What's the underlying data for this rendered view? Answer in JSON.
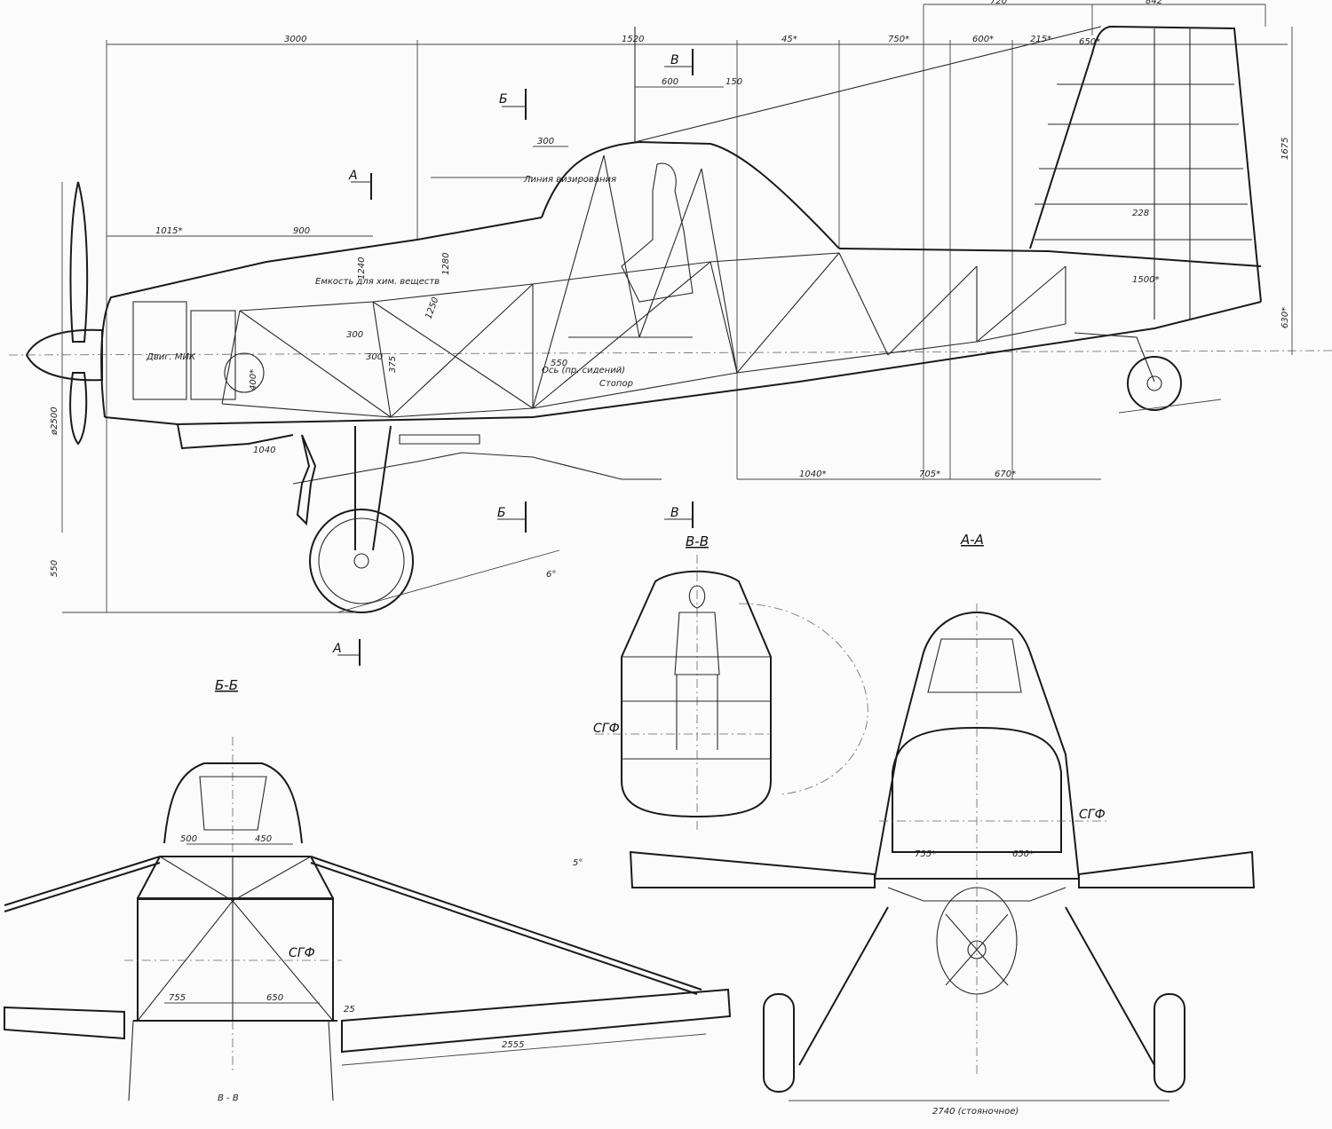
{
  "title_sections": {
    "bb": "Б-Б",
    "vv": "В-В",
    "aa": "А-А"
  },
  "section_marks": {
    "a": "А",
    "b": "Б",
    "v": "В"
  },
  "side_view": {
    "dims_top": [
      "3000",
      "1520",
      "45*",
      "750*",
      "600*",
      "215*",
      "650*",
      "720",
      "842"
    ],
    "dims_misc": [
      "600",
      "150",
      "300",
      "1015*",
      "900",
      "1675",
      "630*",
      "228",
      "1500*",
      "1240",
      "1280",
      "1250",
      "300",
      "1040",
      "550",
      "375",
      "400*",
      "300",
      "ø2500",
      "550",
      "6°"
    ],
    "dims_bottom": [
      "1040*",
      "705*",
      "670*"
    ],
    "labels": {
      "sight_line": "Линия визирования",
      "tank": "Емкость для хим. веществ",
      "engine": "Двиг. МИК",
      "seat": "Ось (пр. сидений)",
      "stopper": "Стопор"
    }
  },
  "section_bb": {
    "dims": [
      "500",
      "450",
      "755",
      "650",
      "25",
      "2555"
    ],
    "datum": "СГФ",
    "caption": "В - В"
  },
  "section_vv": {
    "datum": "СГФ"
  },
  "section_aa": {
    "dims": [
      "755*",
      "650*",
      "5°",
      "2740 (стояночное)"
    ],
    "datum": "СГФ"
  }
}
